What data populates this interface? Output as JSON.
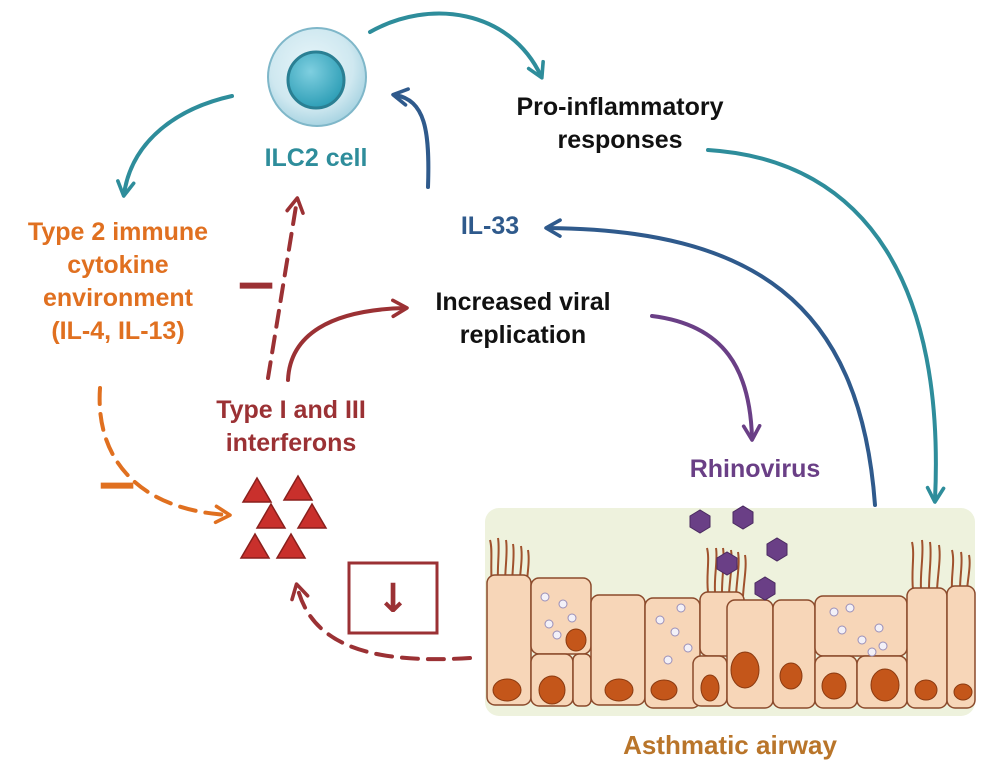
{
  "colors": {
    "teal": "#2e8d9b",
    "navy": "#2f5a8c",
    "dark_red": "#9b3134",
    "orange": "#e07020",
    "purple": "#6a3f86",
    "black": "#111111",
    "airway_gold": "#b9752a",
    "cell_fill": "#f7d6b8",
    "nucleus": "#c4561a",
    "lumen": "#eef2dd"
  },
  "nodes": {
    "ilc2": {
      "label": "ILC2 cell"
    },
    "il33": {
      "label": "IL-33"
    },
    "pro_inflammatory": {
      "lines": [
        "Pro-inflammatory",
        "responses"
      ]
    },
    "type2": {
      "lines": [
        "Type 2 immune",
        "cytokine",
        "environment",
        "(IL-4, IL-13)"
      ]
    },
    "interferons": {
      "lines": [
        "Type I and III",
        "interferons"
      ]
    },
    "viral_replication": {
      "lines": [
        "Increased viral",
        "replication"
      ]
    },
    "rhinovirus": {
      "label": "Rhinovirus"
    },
    "airway": {
      "label": "Asthmatic airway"
    }
  },
  "markers": {
    "inhibition_symbol": "−",
    "decrease_symbol": "↓"
  },
  "icons": [
    "ilc2-cell-icon",
    "interferon-triangles-icon",
    "rhinovirus-hexagon-icon",
    "airway-epithelium-illustration"
  ]
}
